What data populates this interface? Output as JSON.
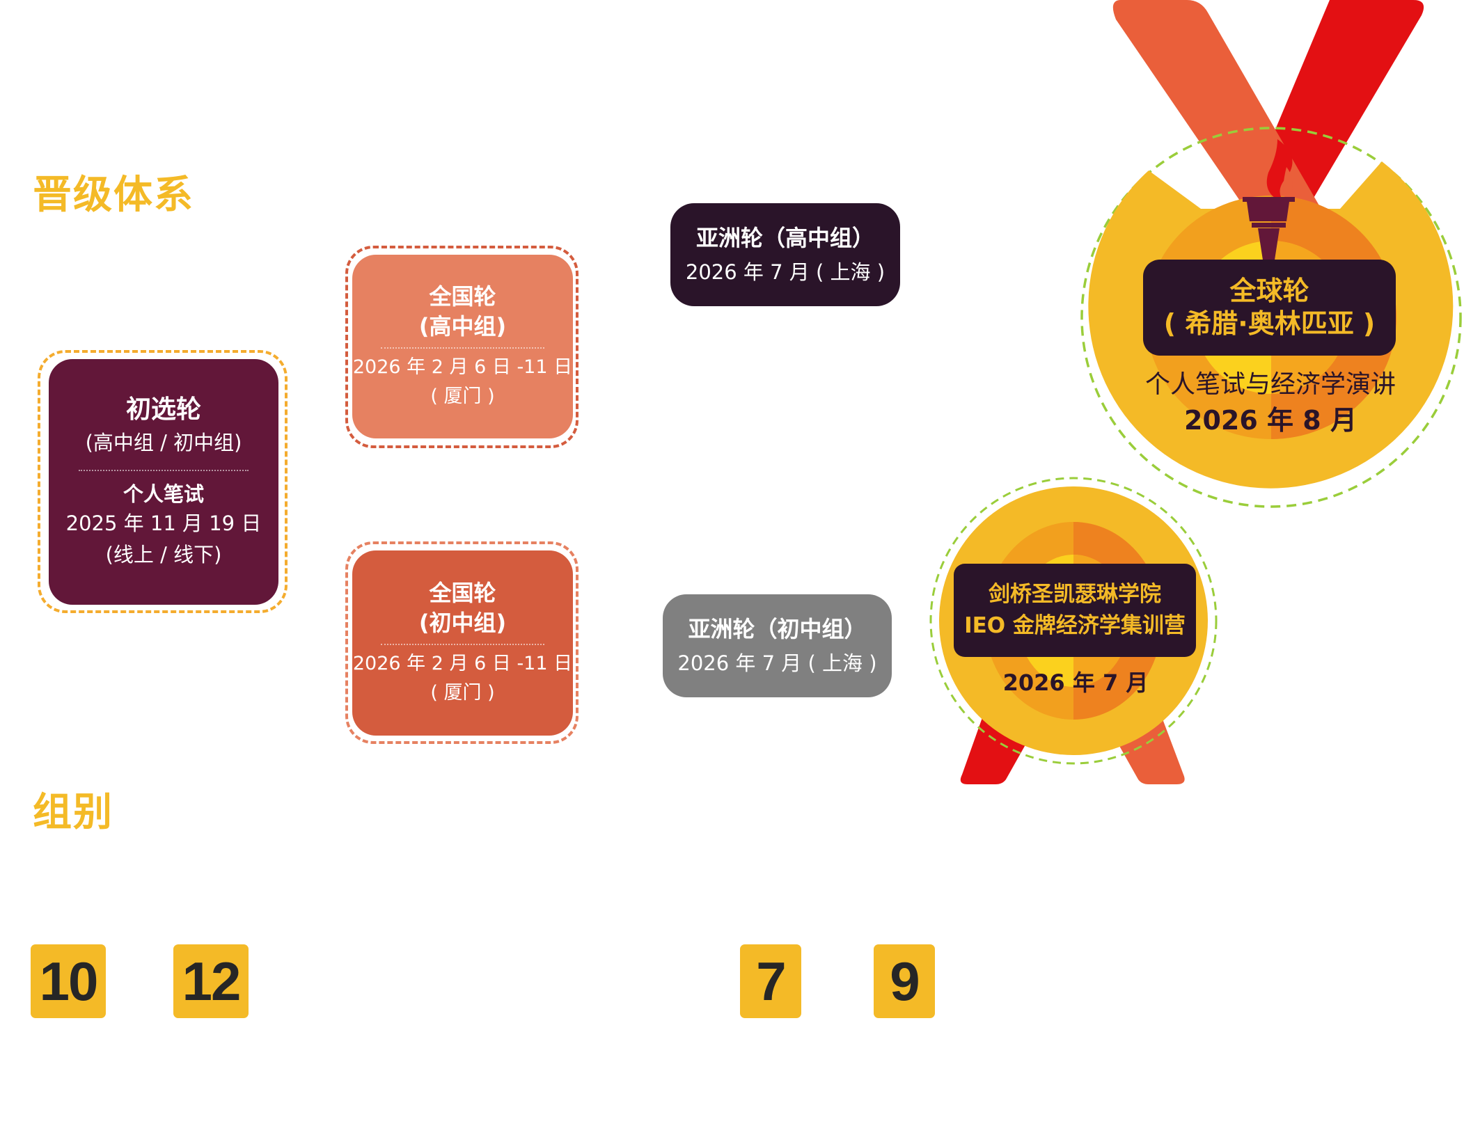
{
  "sections": {
    "promotion_title": "晋级体系",
    "groups_title": "组别"
  },
  "colors": {
    "accent_yellow": "#F4BA27",
    "preliminary_card": "#621739",
    "national_senior_card": "#E68161",
    "national_junior_card": "#D45C3E",
    "asia_senior_card": "#2A1429",
    "asia_junior_card": "#808080",
    "ribbon_orange": "#EA5F3A",
    "ribbon_red": "#E31013",
    "dashed_green": "#9ACD3A"
  },
  "preliminary": {
    "title": "初选轮",
    "groups": "(高中组 / 初中组)",
    "format": "个人笔试",
    "date": "2025 年 11 月 19 日",
    "mode": "(线上 / 线下)"
  },
  "national_senior": {
    "title": "全国轮",
    "group": "(高中组)",
    "date": "2026 年 2 月 6 日 -11 日",
    "location": "( 厦门 )"
  },
  "national_junior": {
    "title": "全国轮",
    "group": "(初中组)",
    "date": "2026 年 2 月 6 日 -11 日",
    "location": "( 厦门 )"
  },
  "asia_senior": {
    "title": "亚洲轮（高中组）",
    "date": "2026 年 7 月 ( 上海 )"
  },
  "asia_junior": {
    "title": "亚洲轮（初中组）",
    "date": "2026 年 7 月 ( 上海 )"
  },
  "global_round": {
    "title": "全球轮",
    "location": "( 希腊·奥林匹亚 )",
    "format": "个人笔试与经济学演讲",
    "date": "2026 年 8 月",
    "icon": "torch-icon"
  },
  "camp": {
    "line1": "剑桥圣凯瑟琳学院",
    "line2": "IEO 金牌经济学集训营",
    "date": "2026 年 7 月"
  },
  "grade_badges": [
    {
      "value": "10"
    },
    {
      "value": "12"
    },
    {
      "value": "7"
    },
    {
      "value": "9"
    }
  ]
}
